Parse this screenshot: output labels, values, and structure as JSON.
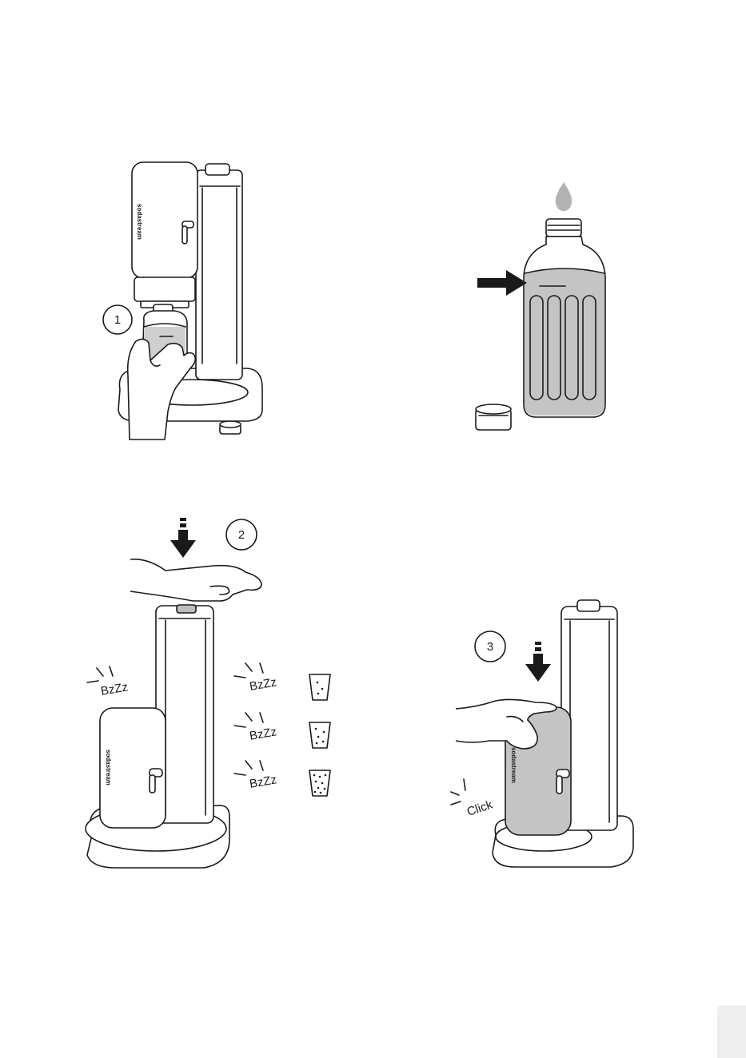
{
  "colors": {
    "line": "#1a1a1a",
    "water": "#cfcfcf",
    "bottle_fill": "#c4c4c4",
    "drop": "#b3b3b3",
    "tab": "#eeeeee"
  },
  "brand_label": "sodastream",
  "sound_effects": {
    "bzzz": "BzZz",
    "click": "Click"
  },
  "panels": [
    {
      "step_marker": "1"
    },
    {
      "step_marker": ""
    },
    {
      "step_marker": "2"
    },
    {
      "step_marker": "3"
    }
  ],
  "carbonation_levels": [
    {
      "label": "BzZz",
      "bubbles": 3
    },
    {
      "label": "BzZz",
      "bubbles": 5
    },
    {
      "label": "BzZz",
      "bubbles": 9
    }
  ]
}
